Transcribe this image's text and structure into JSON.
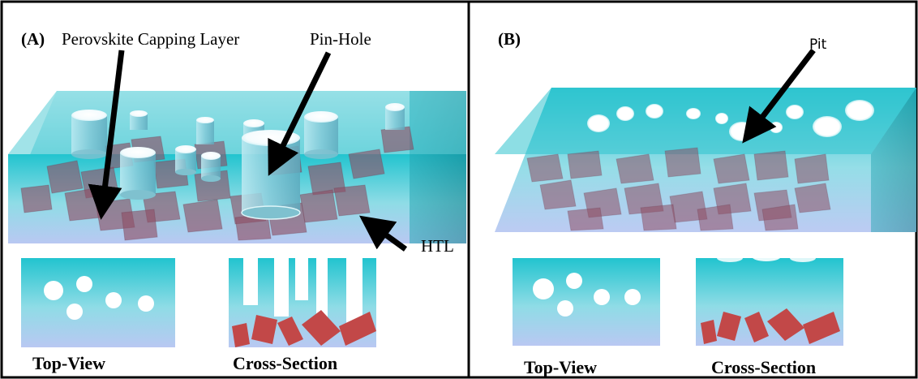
{
  "panel_a": {
    "letter": "(A)",
    "labels": {
      "capping_layer": "Perovskite Capping Layer",
      "pin_hole": "Pin-Hole",
      "htl": "HTL"
    },
    "captions": {
      "top_view": "Top-View",
      "cross_section": "Cross-Section"
    }
  },
  "panel_b": {
    "letter": "(B)",
    "labels": {
      "pit": "Pit"
    },
    "captions": {
      "top_view": "Top-View",
      "cross_section": "Cross-Section"
    }
  },
  "colors": {
    "layer_top": "#22c4cf",
    "layer_bottom": "#b7c9f0",
    "crystal": "#8e4e64",
    "cross_section_block": "#c24848",
    "frame": "#000000"
  }
}
